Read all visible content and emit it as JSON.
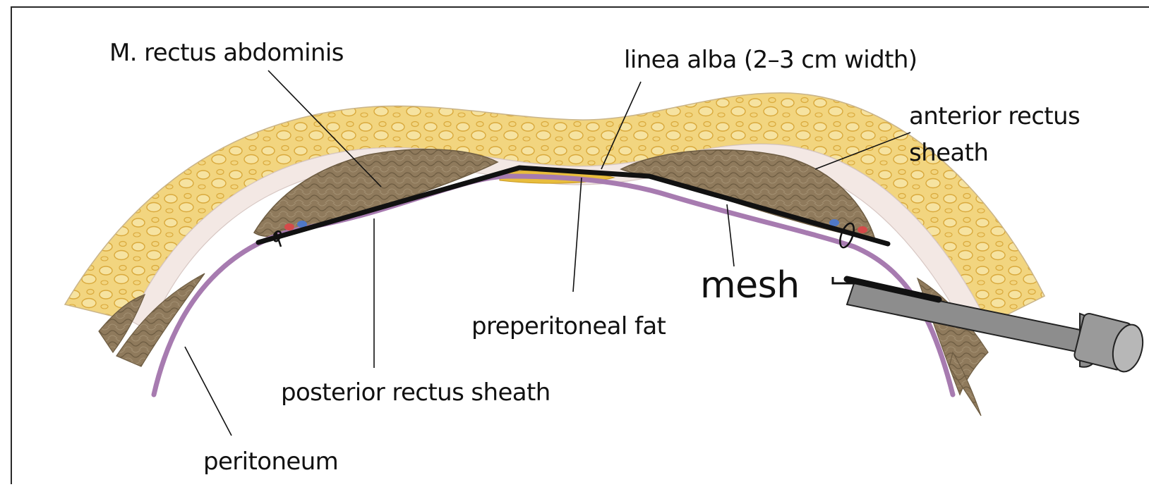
{
  "figure": {
    "labels": {
      "rectus": "M. rectus abdominis",
      "linea_alba": "linea alba (2–3 cm width)",
      "anterior_line1": "anterior rectus",
      "anterior_line2": "sheath",
      "mesh": "mesh",
      "preperitoneal": "preperitoneal fat",
      "posterior": "posterior rectus sheath",
      "peritoneum": "peritoneum"
    },
    "colors": {
      "fat": "#f2d57f",
      "fat_globule": "#d9a93c",
      "sheath": "#f3e8e4",
      "muscle": "#8f7a5c",
      "peritoneum": "#a77bb0",
      "mesh": "#111111",
      "instrument": "#8d8d8d",
      "vessel_red": "#d54a4a",
      "vessel_blue": "#4f78c7"
    },
    "icons": [
      "suture-knot-icon",
      "laparoscopic-instrument-icon"
    ]
  }
}
